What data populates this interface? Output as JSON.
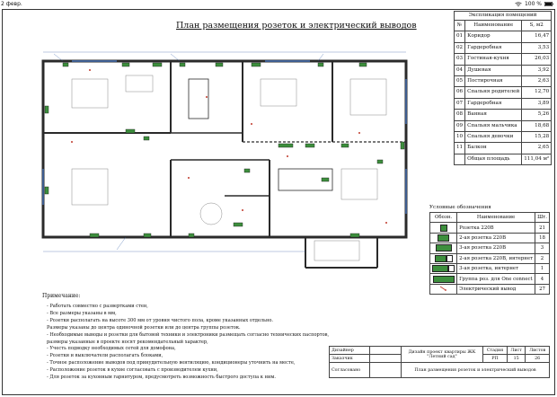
{
  "status": {
    "time": "2 февр.",
    "battery": "100 %"
  },
  "title": "План размещения розеток и электрический выводов",
  "rooms_table": {
    "caption": "Экспликация помещений",
    "header": [
      "№",
      "Наименование",
      "S, м2"
    ],
    "rows": [
      [
        "01",
        "Коридор",
        "16,47"
      ],
      [
        "02",
        "Гардеробная",
        "3,53"
      ],
      [
        "03",
        "Гостиная-кухня",
        "26,03"
      ],
      [
        "04",
        "Душевая",
        "3,92"
      ],
      [
        "05",
        "Постирочная",
        "2,63"
      ],
      [
        "06",
        "Спальня родителей",
        "12,70"
      ],
      [
        "07",
        "Гардеробная",
        "3,89"
      ],
      [
        "08",
        "Ванная",
        "5,26"
      ],
      [
        "09",
        "Спальня мальчика",
        "18,68"
      ],
      [
        "10",
        "Спальня девочки",
        "15,28"
      ],
      [
        "11",
        "Балкон",
        "2,65"
      ]
    ],
    "total_label": "Общая площадь",
    "total_value": "111,04 м²"
  },
  "legend": {
    "title": "Условные обозначения",
    "header": [
      "Обозн.",
      "Наименование",
      "Шт."
    ],
    "rows": [
      {
        "name": "Розетка 220В",
        "count": "21"
      },
      {
        "name": "2-ая розетка 220В",
        "count": "18"
      },
      {
        "name": "3-ая розетка 220В",
        "count": "3"
      },
      {
        "name": "2-ая розетка 220В, интернет",
        "count": "2"
      },
      {
        "name": "3-ая розетка, интернет",
        "count": "1"
      },
      {
        "name": "Группа роз. для One connect",
        "count": "4"
      },
      {
        "name": "Электрический вывод",
        "count": "27"
      }
    ]
  },
  "notes": {
    "title": "Примечание:",
    "items": [
      "- Работать совместно с развертками стен,",
      "- Все размеры указаны в мм,",
      "- Розетки располагать на высоте 300 мм от уровня чистого пола, кроме указанных отдельно.",
      "Размеры указаны до центра одиночной розетки или до центра группы розеток.",
      "- Необходимые выводы и розетки для бытовой техники и электроники размещать согласно технических паспортов,",
      "размеры указанные в проекте носят рекомендательный характер,",
      "- Учесть подводку необходимых сетей для домофона,",
      "- Розетки и выключатели располагать блоками,",
      "- Точное расположение выводов под принудительную вентиляцию, кондиционеры уточнить на месте,",
      "- Расположение розеток в кухне согласовать с производителем кухни,",
      "- Для розеток за кухонным гарнитуром, предусмотреть возможность быстрого доступа к ним."
    ]
  },
  "stamp": {
    "designer_label": "Дизайнер",
    "client_label": "Заказчик",
    "approved_label": "Согласовано",
    "project": "Дизайн проект квартиры ЖК \"Летний сад\"",
    "stage_label": "Стадия",
    "sheet_label": "Лист",
    "sheets_label": "Листов",
    "stage": "РП",
    "sheet": "15",
    "sheets": "26",
    "sheet_title": "План размещения розеток и электрический выводов"
  },
  "colors": {
    "socket": "#3d8f3d",
    "wall": "#2a2a2a",
    "annotation": "#1f4f9f",
    "outlet": "#c0392b"
  }
}
